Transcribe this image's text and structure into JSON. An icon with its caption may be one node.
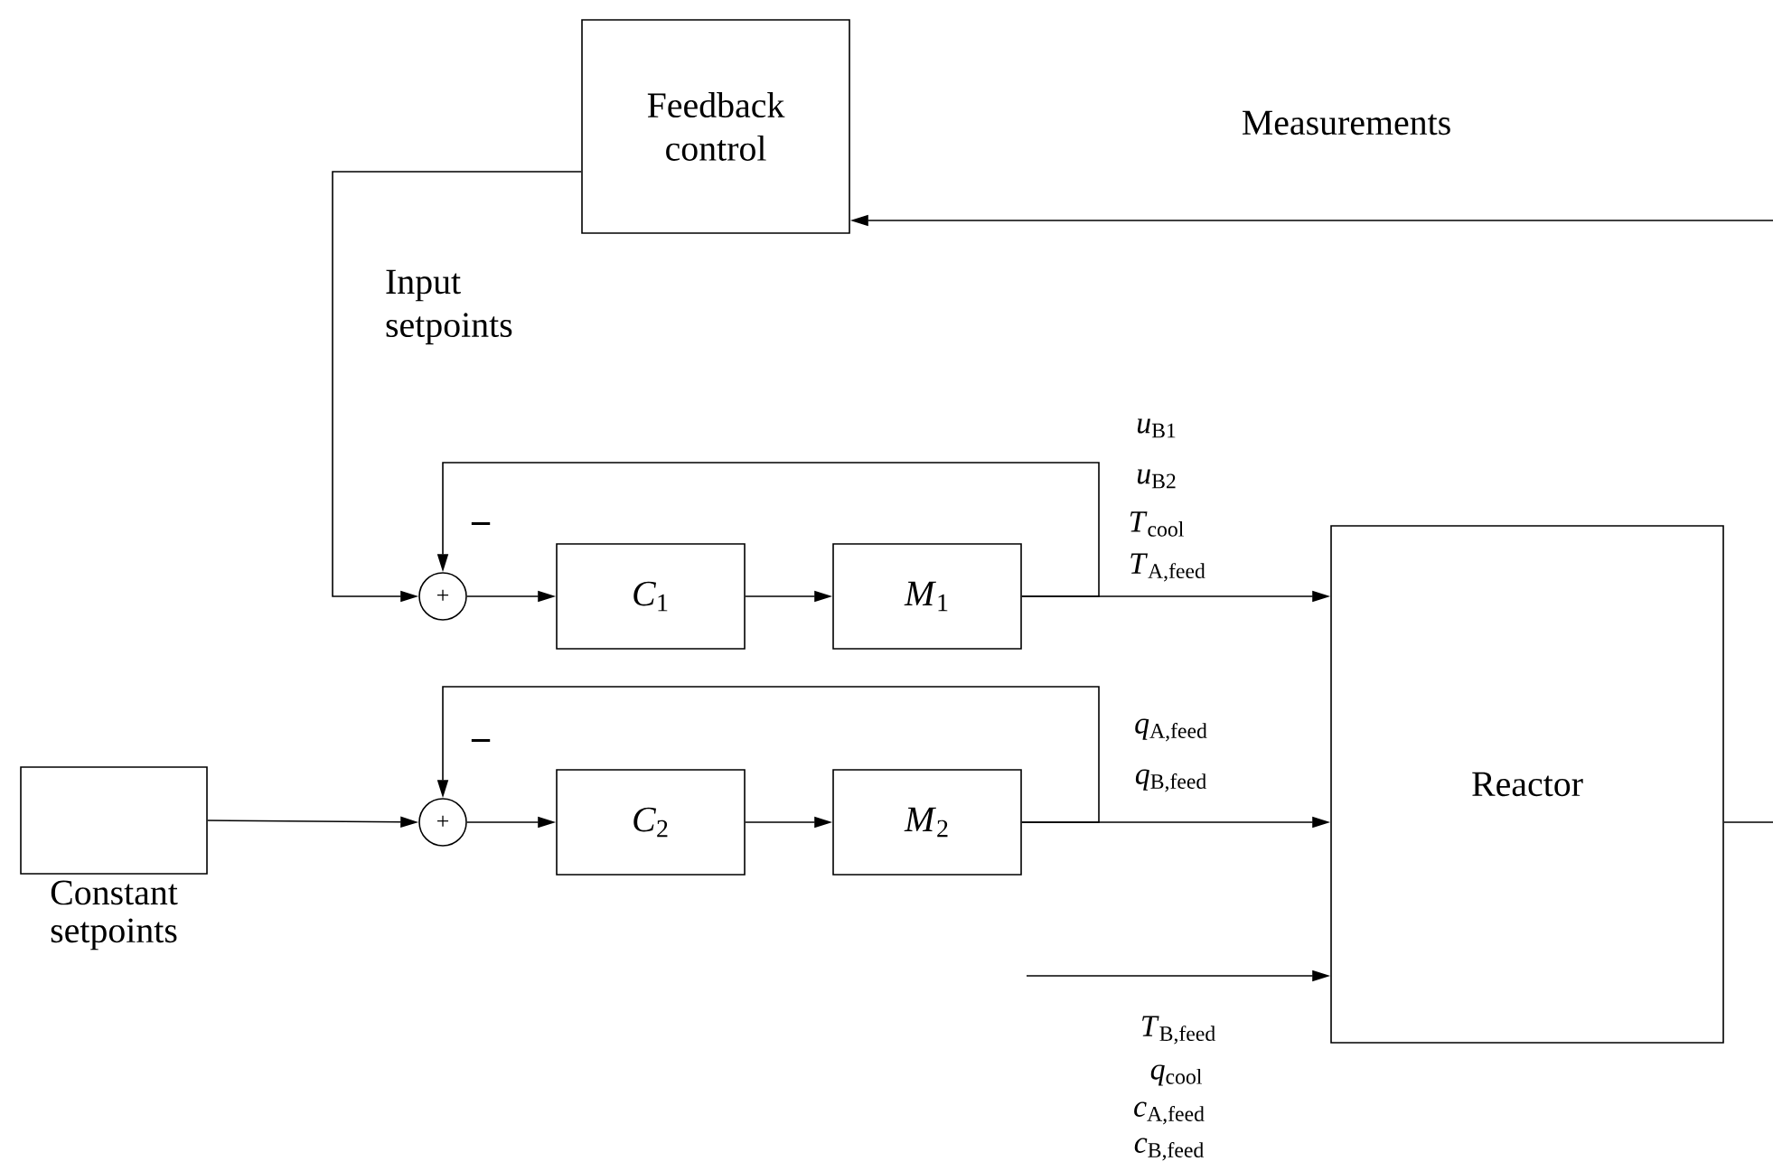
{
  "diagram": {
    "nodes": [
      {
        "text": [
          "Feedback control"
        ]
      },
      {
        "text": [
          "+"
        ]
      },
      {
        "text": [
          "*C*$_{1}$"
        ]
      },
      {
        "text": [
          "*M*$_{1}$"
        ]
      },
      {
        "text": [
          "+"
        ]
      },
      {
        "text": [
          "*C*$_{2}$"
        ]
      },
      {
        "text": [
          "*M*$_{2}$"
        ]
      },
      {
        "text": [
          "Constant setpoints"
        ]
      },
      {
        "text": [
          "Reactor"
        ]
      }
    ],
    "edges": [
      {
        "from": null,
        "to": 0,
        "arrow": "to",
        "label": "Measurements"
      },
      {
        "from": 0,
        "to": 1,
        "arrow": "to",
        "label": "Input setpoints"
      },
      {
        "from": 1,
        "to": 2,
        "arrow": "to"
      },
      {
        "from": 2,
        "to": 3,
        "arrow": "to"
      },
      {
        "from": 3,
        "to": 8,
        "arrow": "to"
      },
      {
        "from": 3,
        "to": 1,
        "arrow": "to"
      },
      {
        "from": 7,
        "to": 4,
        "arrow": "to"
      },
      {
        "from": 4,
        "to": 5,
        "arrow": "to"
      },
      {
        "from": 5,
        "to": 6,
        "arrow": "to"
      },
      {
        "from": 6,
        "to": 8,
        "arrow": "to"
      },
      {
        "from": 6,
        "to": 4,
        "arrow": "to"
      },
      {
        "from": null,
        "to": 8,
        "arrow": "to"
      },
      {
        "from": 8,
        "to": null,
        "arrow": "none"
      }
    ],
    "labels": [
      "−",
      "−",
      "*u*$_{B1}$",
      "*u*$_{B2}$",
      "*T*$_{cool}$",
      "*T*$_{A,feed}$",
      "*q*$_{A,feed}$",
      "*q*$_{B,feed}$",
      "*T*$_{B,feed}$",
      "*q*$_{cool}$",
      "*c*$_{A,feed}$",
      "*c*$_{B,feed}$"
    ]
  }
}
